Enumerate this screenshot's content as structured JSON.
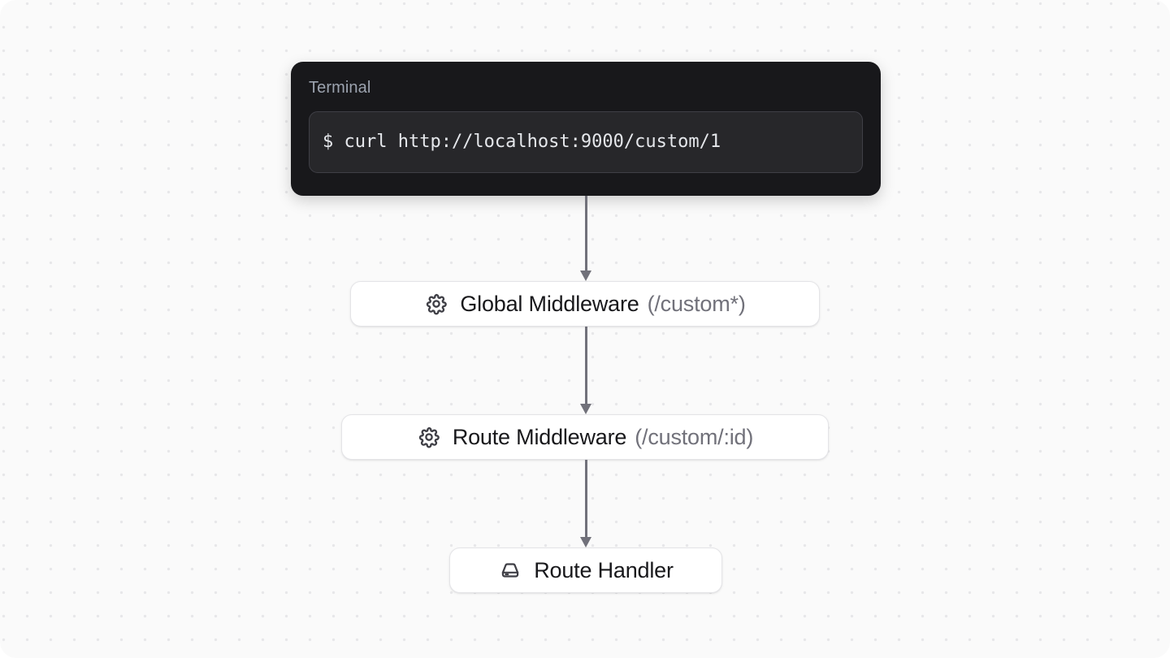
{
  "terminal": {
    "title": "Terminal",
    "command": "$ curl http://localhost:9000/custom/1"
  },
  "flow": {
    "nodes": [
      {
        "id": "global-middleware",
        "icon": "gear-icon",
        "label": "Global Middleware",
        "path": "(/custom*)"
      },
      {
        "id": "route-middleware",
        "icon": "gear-icon",
        "label": "Route Middleware",
        "path": "(/custom/:id)"
      },
      {
        "id": "route-handler",
        "icon": "hard-drive-icon",
        "label": "Route Handler",
        "path": ""
      }
    ],
    "arrows": [
      {
        "from": "terminal",
        "to": "global-middleware"
      },
      {
        "from": "global-middleware",
        "to": "route-middleware"
      },
      {
        "from": "route-middleware",
        "to": "route-handler"
      }
    ]
  },
  "colors": {
    "canvas_background": "#fafafa",
    "grid_dot": "#e7e7e9",
    "terminal_background": "#18181b",
    "terminal_command_background": "#27272a",
    "terminal_title_text": "#9ca3af",
    "terminal_command_text": "#e5e7eb",
    "node_background": "#ffffff",
    "node_border": "#e4e4e7",
    "node_label_text": "#18181b",
    "node_path_text": "#71717a",
    "arrow": "#71717a"
  }
}
